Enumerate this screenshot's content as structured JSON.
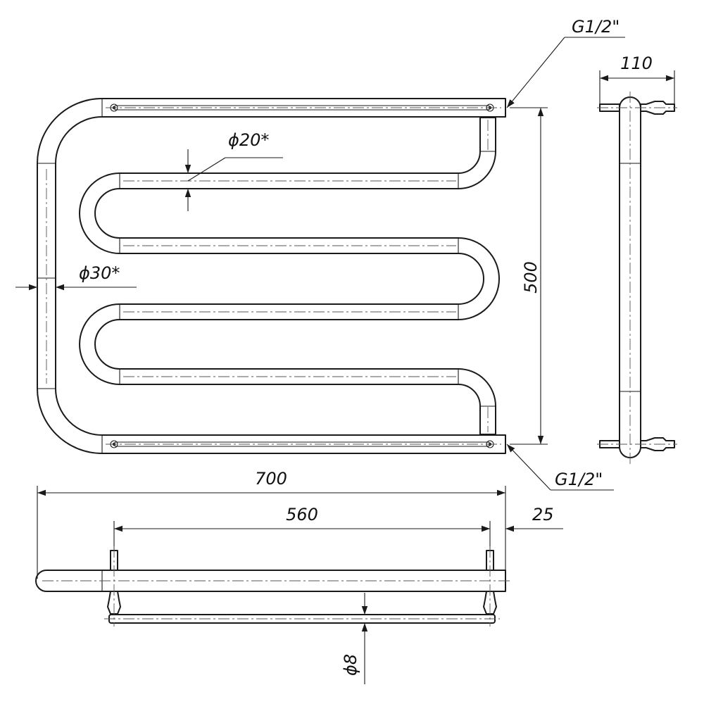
{
  "dimensions": {
    "thread_top": "G1/2\"",
    "thread_bottom": "G1/2\"",
    "depth": "110",
    "height": "500",
    "overall_width": "700",
    "center_distance": "560",
    "offset": "25",
    "diameter_small": "ϕ20*",
    "diameter_main": "ϕ30*",
    "rod_diameter": "ϕ8"
  }
}
